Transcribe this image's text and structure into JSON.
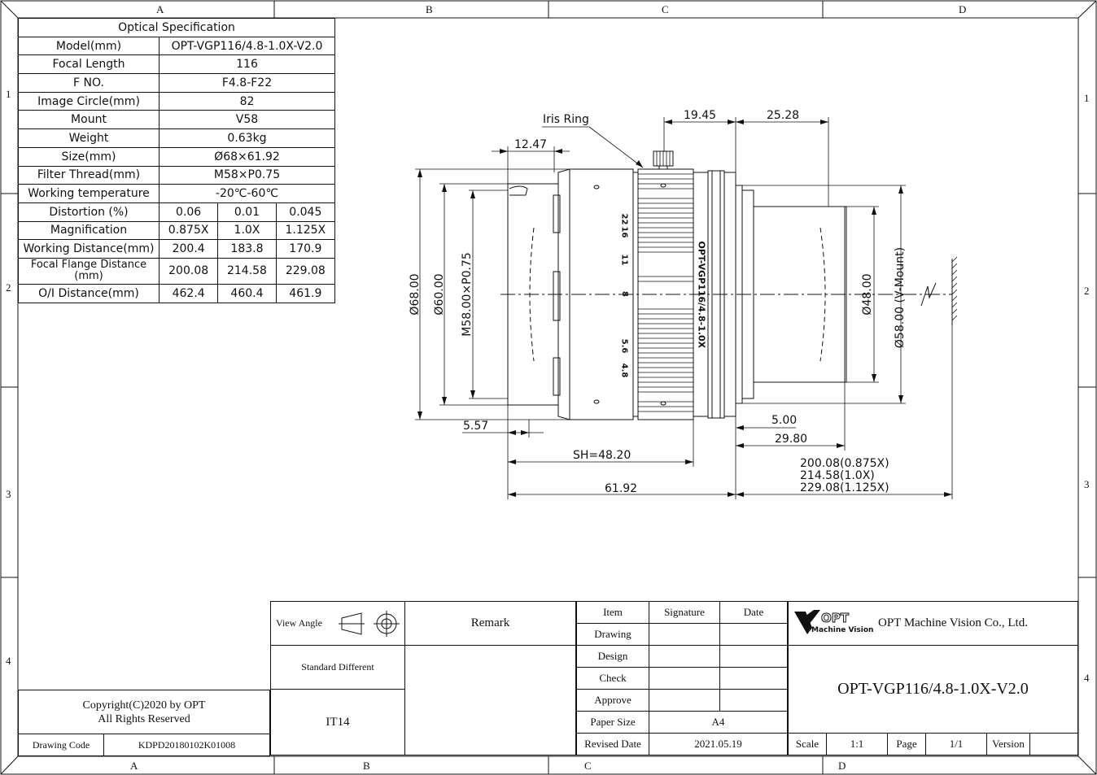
{
  "spec_table": {
    "title": "Optical Specification",
    "rows": [
      {
        "label": "Model(mm)",
        "value": "OPT-VGP116/4.8-1.0X-V2.0"
      },
      {
        "label": "Focal Length",
        "value": "116"
      },
      {
        "label": "F NO.",
        "value": "F4.8-F22"
      },
      {
        "label": "Image Circle(mm)",
        "value": "82"
      },
      {
        "label": "Mount",
        "value": "V58"
      },
      {
        "label": "Weight",
        "value": "0.63kg"
      },
      {
        "label": "Size(mm)",
        "value": "Ø68×61.92"
      },
      {
        "label": "Filter Thread(mm)",
        "value": "M58×P0.75"
      },
      {
        "label": "Working temperature",
        "value": "-20℃-60℃"
      }
    ],
    "multi_rows": [
      {
        "label": "Distortion (%)",
        "values": [
          "0.06",
          "0.01",
          "0.045"
        ]
      },
      {
        "label": "Magnification",
        "values": [
          "0.875X",
          "1.0X",
          "1.125X"
        ]
      },
      {
        "label": "Working Distance(mm)",
        "values": [
          "200.4",
          "183.8",
          "170.9"
        ]
      },
      {
        "label": "Focal Flange Distance (mm)",
        "values": [
          "200.08",
          "214.58",
          "229.08"
        ]
      },
      {
        "label": "O/I Distance(mm)",
        "values": [
          "462.4",
          "460.4",
          "461.9"
        ]
      }
    ]
  },
  "zones": {
    "columns": [
      "A",
      "B",
      "C",
      "D"
    ],
    "rows": [
      "1",
      "2",
      "3",
      "4"
    ]
  },
  "dimensions": {
    "iris_ring": "Iris Ring",
    "d1945": "19.45",
    "d2528": "25.28",
    "d1247": "12.47",
    "d557": "5.57",
    "d500": "5.00",
    "d2980": "29.80",
    "sh": "SH=48.20",
    "d6192": "61.92",
    "dia68": "Ø68.00",
    "dia60": "Ø60.00",
    "thread": "M58.00×P0.75",
    "dia48": "Ø48.00",
    "dia58": "Ø58.00 (V-Mount)",
    "ff1": "200.08(0.875X)",
    "ff2": "214.58(1.0X)",
    "ff3": "229.08(1.125X)",
    "lens_text": "OPT-VGP116/4.8-1.0X",
    "aperture_marks": [
      "22",
      "16",
      "11",
      "8",
      "5.6",
      "4.8"
    ]
  },
  "title_block": {
    "view_angle": "View Angle",
    "remark": "Remark",
    "standard_different": "Standard Different",
    "tolerance": "IT14",
    "copyright_line1": "Copyright(C)2020 by OPT",
    "copyright_line2": "All Rights Reserved",
    "drawing_code_label": "Drawing Code",
    "drawing_code": "KDPD20180102K01008",
    "item": "Item",
    "signature": "Signature",
    "date": "Date",
    "drawing": "Drawing",
    "design": "Design",
    "check": "Check",
    "approve": "Approve",
    "paper_size_label": "Paper Size",
    "paper_size": "A4",
    "revised_date_label": "Revised Date",
    "revised_date": "2021.05.19",
    "logo_text": "OPT",
    "logo_sub": "Machine Vision",
    "company": "OPT Machine Vision Co., Ltd.",
    "model": "OPT-VGP116/4.8-1.0X-V2.0",
    "scale_label": "Scale",
    "scale": "1:1",
    "page_label": "Page",
    "page": "1/1",
    "version_label": "Version",
    "version": ""
  }
}
